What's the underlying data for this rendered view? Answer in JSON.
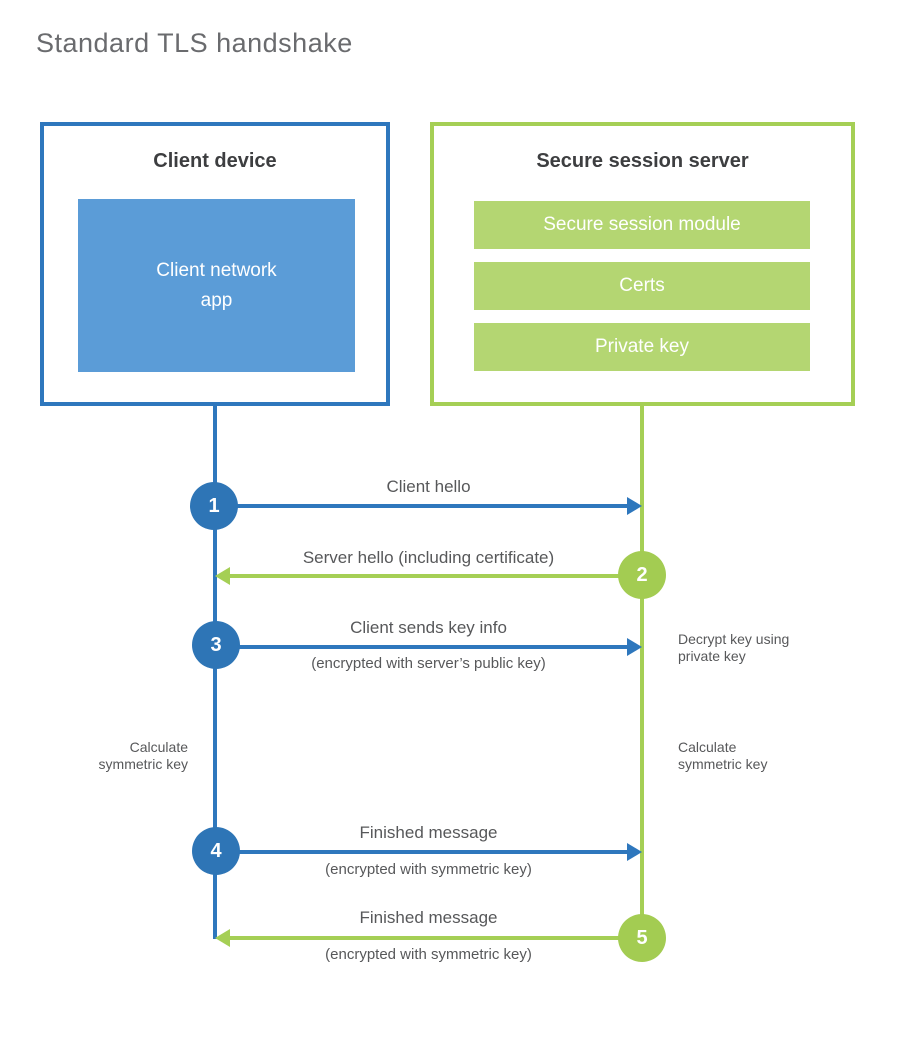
{
  "title": "Standard TLS handshake",
  "client": {
    "title": "Client device",
    "app": "Client network\napp"
  },
  "server": {
    "title": "Secure session server",
    "modules": [
      "Secure session module",
      "Certs",
      "Private key"
    ]
  },
  "steps": [
    {
      "num": "1",
      "label": "Client hello",
      "sub": "",
      "direction": "client-to-server"
    },
    {
      "num": "2",
      "label": "Server hello (including certificate)",
      "sub": "",
      "direction": "server-to-client"
    },
    {
      "num": "3",
      "label": "Client sends key info",
      "sub": "(encrypted with server’s public key)",
      "direction": "client-to-server"
    },
    {
      "num": "4",
      "label": "Finished message",
      "sub": "(encrypted with symmetric key)",
      "direction": "client-to-server"
    },
    {
      "num": "5",
      "label": "Finished message",
      "sub": "(encrypted with symmetric key)",
      "direction": "server-to-client"
    }
  ],
  "notes": {
    "decrypt_line1": "Decrypt key using",
    "decrypt_line2": "private key",
    "calculate_line1": "Calculate",
    "calculate_line2": "symmetric key"
  },
  "colors": {
    "blue_line": "#2e77bd",
    "blue_fill": "#5b9cd7",
    "blue_circle": "#2e75b6",
    "green_line": "#a5cf55",
    "green_fill": "#b4d672",
    "green_circle": "#a3cc52",
    "label_text": "#57585a",
    "title_text": "#6a6b6e"
  }
}
